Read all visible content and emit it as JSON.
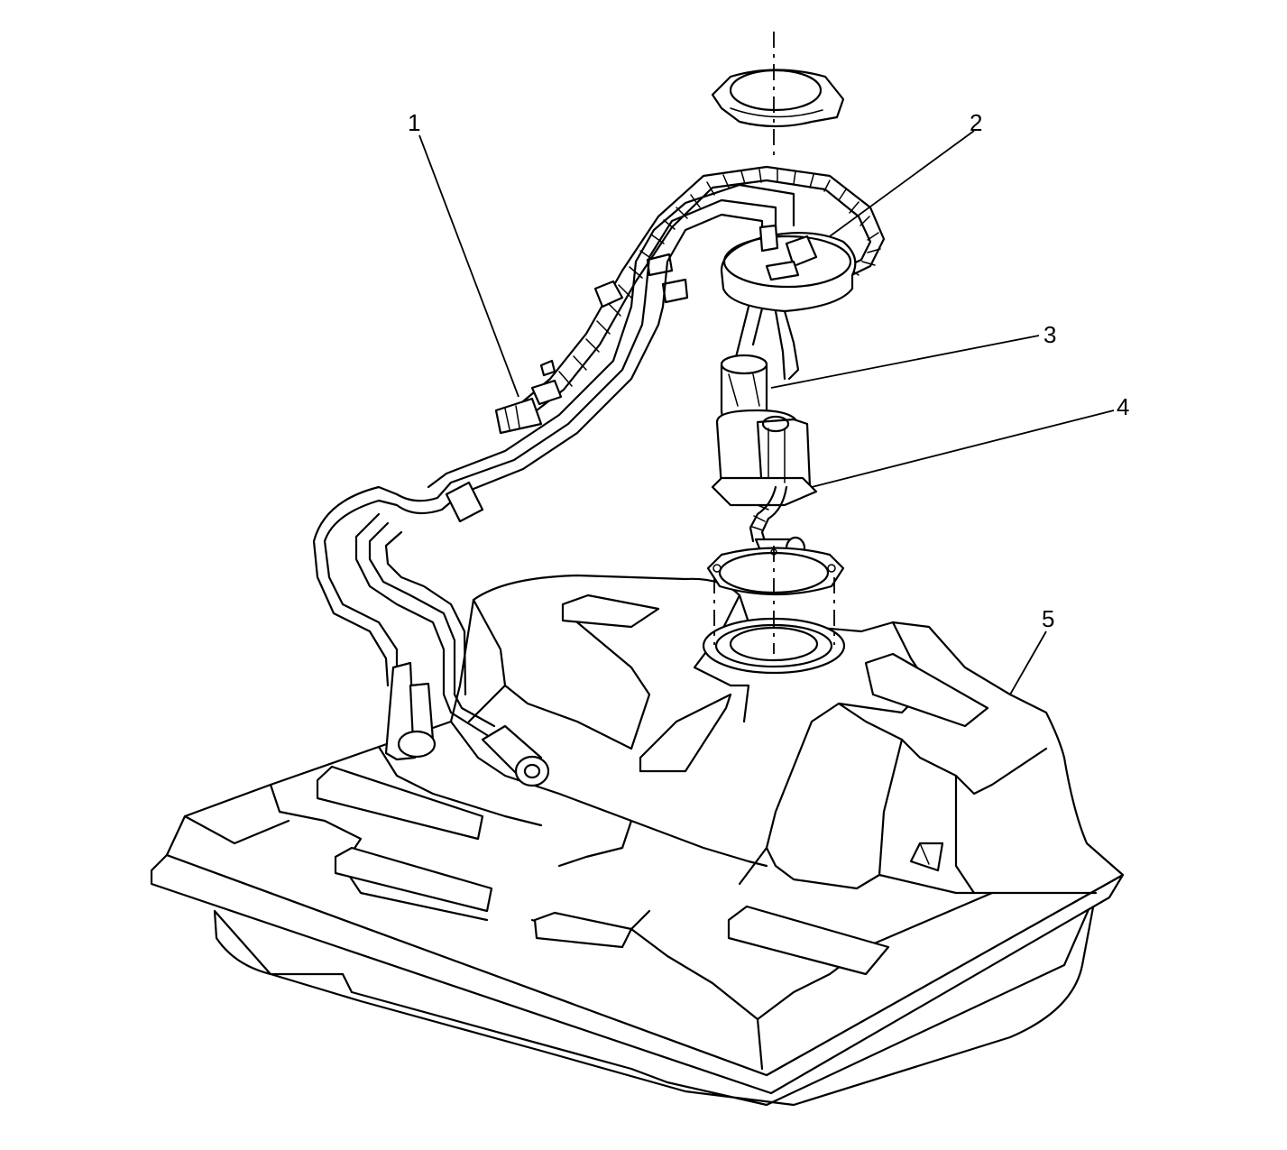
{
  "colors": {
    "line": "#000000",
    "background": "#ffffff"
  },
  "callouts": [
    "1",
    "2",
    "3",
    "4",
    "5"
  ]
}
